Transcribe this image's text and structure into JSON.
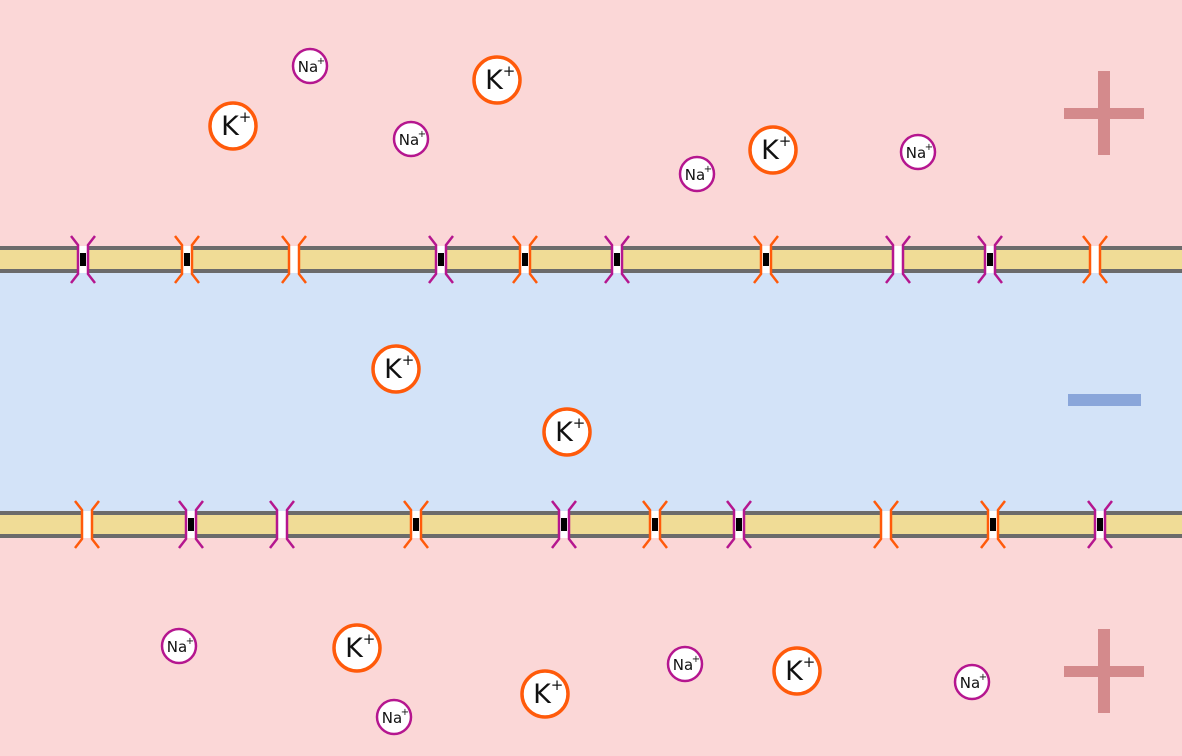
{
  "labels": {
    "sodium": "Na",
    "potassium": "K",
    "charge": "+"
  },
  "colors": {
    "extracellular": "#fbd7d7",
    "intracellular": "#d3e3f8",
    "membrane": "#f0dc96",
    "membrane_edge": "#6b6b6b",
    "sodium": "#b5168f",
    "potassium": "#ff5a0a",
    "positive_sign": "#d48a8c",
    "negative_sign": "#8aa6da"
  },
  "channel_states": {
    "top": [
      [
        "sodium",
        "closed"
      ],
      [
        "potassium",
        "closed"
      ],
      [
        "potassium",
        "open"
      ],
      [
        "sodium",
        "closed"
      ],
      [
        "potassium",
        "closed"
      ],
      [
        "sodium",
        "closed"
      ],
      [
        "potassium",
        "closed"
      ],
      [
        "sodium",
        "open"
      ],
      [
        "sodium",
        "closed"
      ],
      [
        "potassium",
        "open"
      ]
    ],
    "bottom": [
      [
        "potassium",
        "open"
      ],
      [
        "sodium",
        "closed"
      ],
      [
        "sodium",
        "open"
      ],
      [
        "potassium",
        "closed"
      ],
      [
        "sodium",
        "closed"
      ],
      [
        "potassium",
        "closed"
      ],
      [
        "sodium",
        "closed"
      ],
      [
        "potassium",
        "open"
      ],
      [
        "potassium",
        "closed"
      ],
      [
        "sodium",
        "closed"
      ]
    ]
  }
}
